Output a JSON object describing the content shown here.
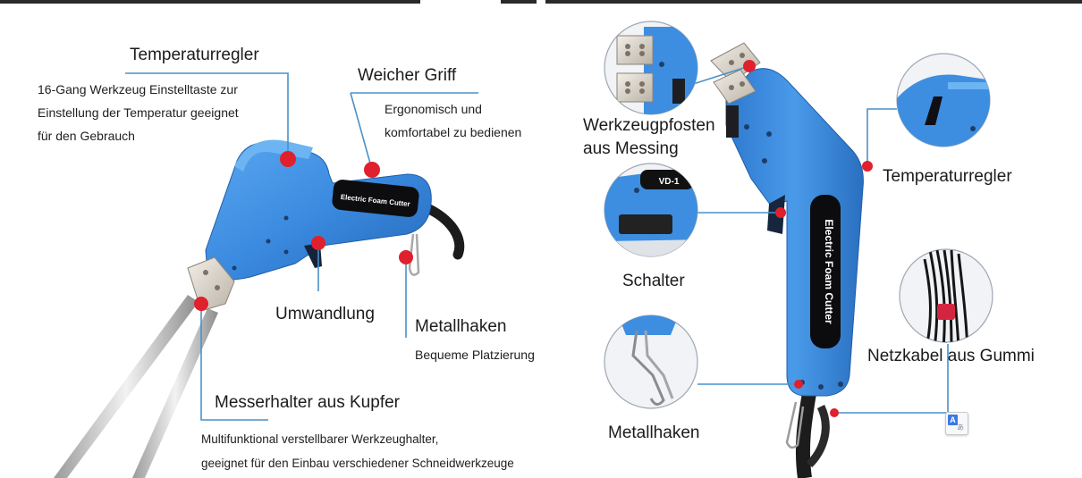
{
  "left_panel": {
    "temperaturregler_title": "Temperaturregler",
    "temperaturregler_desc": [
      "16-Gang Werkzeug Einstelltaste zur",
      "Einstellung der Temperatur geeignet",
      "für den Gebrauch"
    ],
    "griff_title": "Weicher Griff",
    "griff_desc": [
      "Ergonomisch und",
      "komfortabel zu bedienen"
    ],
    "umwandlung": "Umwandlung",
    "metallhaken_title": "Metallhaken",
    "metallhaken_desc": "Bequeme Platzierung",
    "messerhalter_title": "Messerhalter aus Kupfer",
    "messerhalter_desc": [
      "Multifunktional verstellbarer Werkzeughalter,",
      "geeignet für den Einbau verschiedener Schneidwerkzeuge"
    ],
    "device_label": "Electric Foam Cutter"
  },
  "right_panel": {
    "werkzeugpfosten": [
      "Werkzeugpfosten",
      "aus Messing"
    ],
    "temperaturregler": "Temperaturregler",
    "schalter": "Schalter",
    "netzkabel": "Netzkabel aus Gummi",
    "metallhaken": "Metallhaken",
    "device_label": "Electric Foam Cutter",
    "zoom_label": "VD-1"
  },
  "colors": {
    "device_blue": "#3d8ee0",
    "callout_line": "#4a90c8",
    "marker_red": "#e0202c"
  },
  "icons": {
    "translate": "translate-icon"
  }
}
